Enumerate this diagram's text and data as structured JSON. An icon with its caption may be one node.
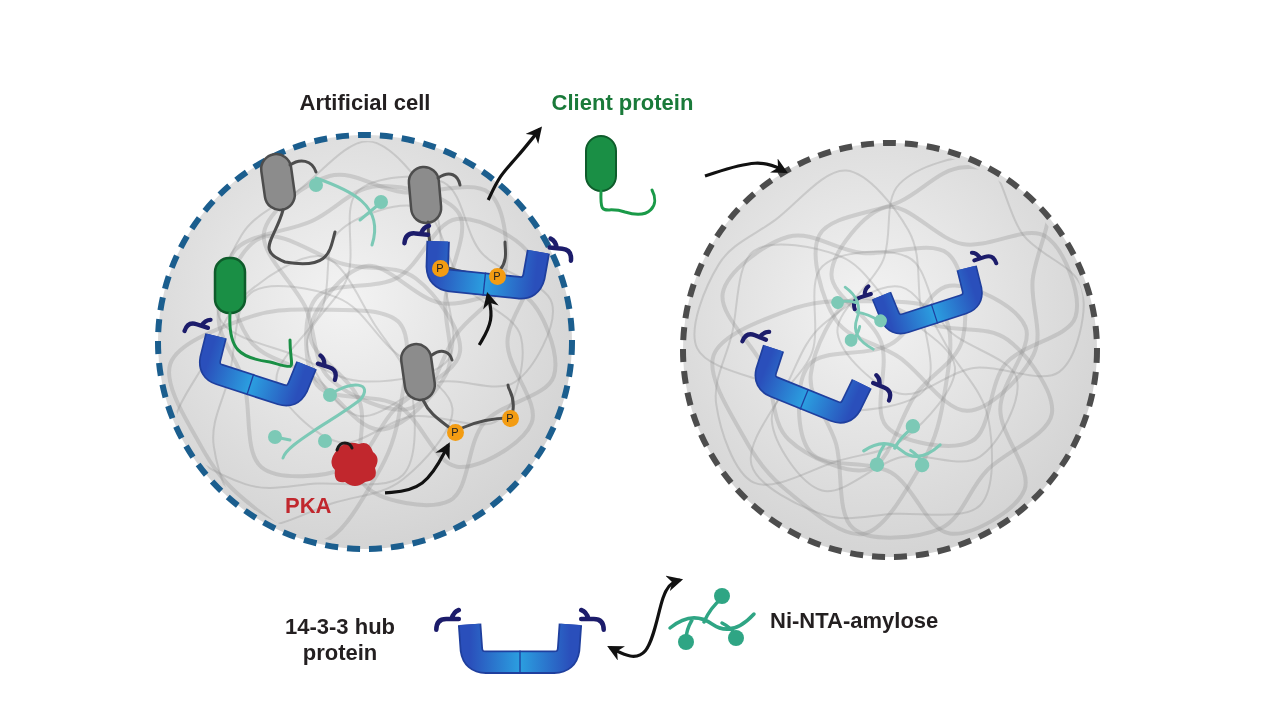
{
  "diagram": {
    "nodes": [
      {
        "text": [
          "Artificial cell"
        ]
      },
      {
        "text": [],
        "shape": "circle"
      },
      {
        "text": [
          "Client protein"
        ]
      },
      {
        "text": [
          "PKA"
        ],
        "in": 0
      },
      {
        "text": [],
        "shape": "picture",
        "in": 0
      },
      {
        "text": [],
        "shape": "picture",
        "in": 0
      },
      {
        "text": [],
        "shape": "picture",
        "beside": [
          "14-3-3 hub protein"
        ]
      },
      {
        "text": [],
        "shape": "picture",
        "beside": [
          "Ni-NTA-amylose"
        ]
      }
    ],
    "edges": [
      {
        "from": 4,
        "to": 2,
        "arrow": "to"
      },
      {
        "from": 2,
        "to": 1,
        "arrow": "to"
      },
      {
        "from": 3,
        "to": 5,
        "arrow": "to"
      },
      {
        "from": 5,
        "to": 4,
        "arrow": "to"
      },
      {
        "from": 6,
        "to": 7,
        "arrow": "both"
      }
    ],
    "labels": [
      "P",
      "P",
      "P",
      "P"
    ]
  }
}
